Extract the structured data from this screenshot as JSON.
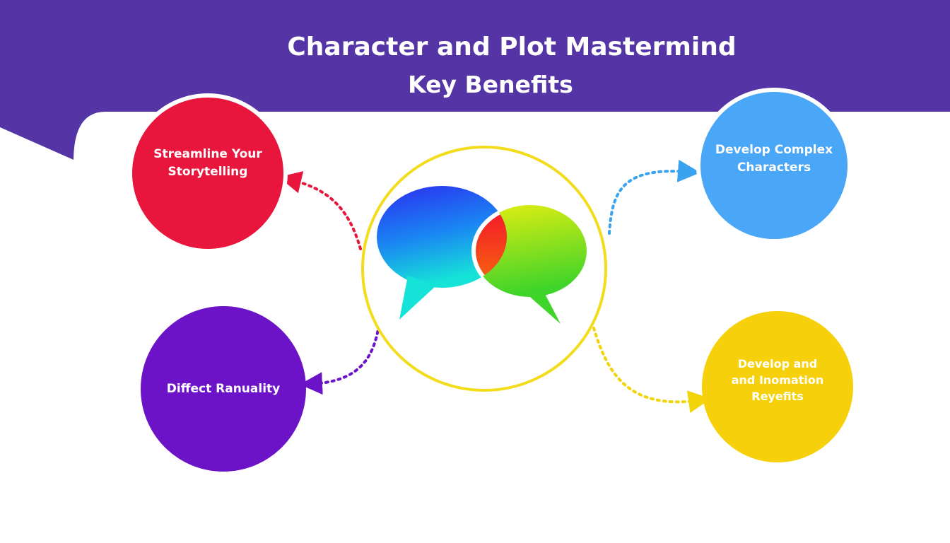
{
  "header": {
    "title_line1": "Character and Plot Mastermind",
    "title_line2": "Key Benefits"
  },
  "benefits": [
    {
      "id": "top-left",
      "lines": [
        "Streamline Your",
        "Storytelling"
      ],
      "color": "#e8163d"
    },
    {
      "id": "top-right",
      "lines": [
        "Develop Complex",
        "Characters"
      ],
      "color": "#4aa6f6"
    },
    {
      "id": "bottom-left",
      "lines": [
        "Diffect Ranuality"
      ],
      "color": "#6d13c7"
    },
    {
      "id": "bottom-right",
      "lines": [
        "Develop and",
        "and Inomation",
        "Reyefits"
      ],
      "color": "#f6d10b"
    }
  ],
  "colors": {
    "banner": "#5535a6",
    "center_ring": "#f2dc1c",
    "background": "#ffffff"
  },
  "center_icon": "overlapping-speech-bubbles-icon"
}
